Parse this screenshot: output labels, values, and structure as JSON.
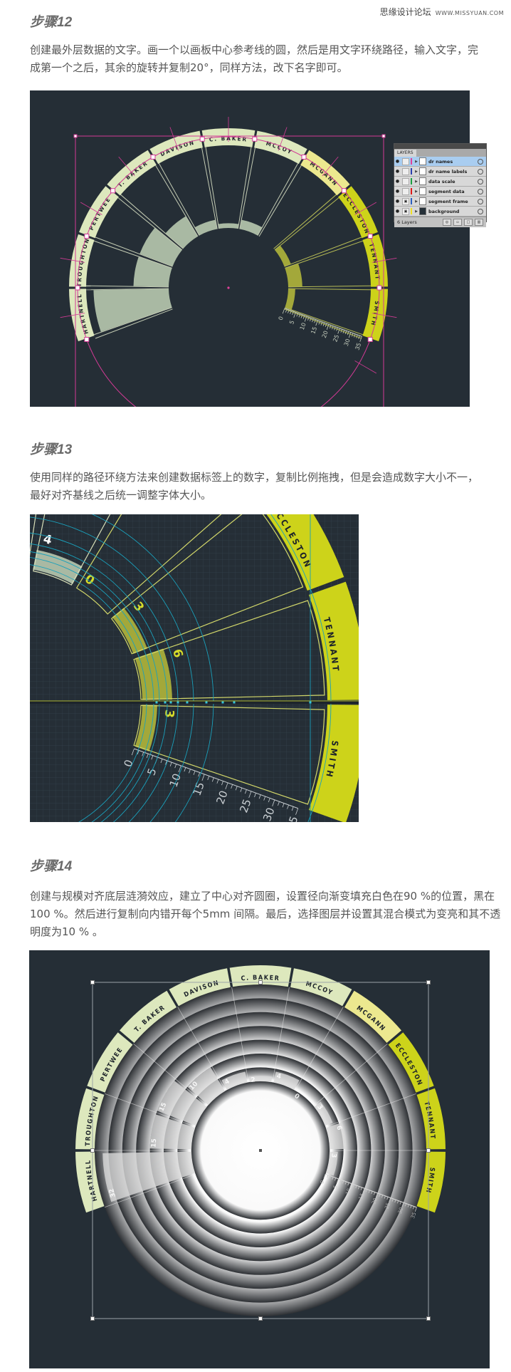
{
  "watermark": {
    "site": "思缘设计论坛",
    "url": "WWW.MISSYUAN.COM"
  },
  "steps": [
    {
      "title": "步骤12",
      "text": "创建最外层数据的文字。画一个以画板中心参考线的圆，然后是用文字环绕路径，输入文字，完成第一个之后，其余的旋转并复制20°，同样方法，改下名字即可。"
    },
    {
      "title": "步骤13",
      "text": "使用同样的路径环绕方法来创建数据标签上的数字，复制比例拖拽，但是会造成数字大小不一，最好对齐基线之后统一调整字体大小。"
    },
    {
      "title": "步骤14",
      "text": "创建与规模对齐底层涟漪效应，建立了中心对齐圆圈，设置径向渐变填充白色在90 %的位置，黑在100 %。然后进行复制向内错开每个5mm 间隔。最后，选择图层并设置其混合模式为变亮和其不透明度为10 % 。"
    }
  ],
  "colors": {
    "background": "#252e36",
    "ring_pale": "#dde8bd",
    "ring_mid": "#ece88f",
    "ring_bright": "#cdd31a",
    "guide": "#d23a95",
    "cyan_guide": "#1aa0bb"
  },
  "doctors": [
    {
      "name": "HARTNELL",
      "value": 32,
      "ring": "#dde8bd",
      "wedge": "#a9b9a3"
    },
    {
      "name": "TROUGHTON",
      "value": 15,
      "ring": "#dde8bd",
      "wedge": "#a9b9a3"
    },
    {
      "name": "PERTWEE",
      "value": 15,
      "ring": "#dde8bd",
      "wedge": "#a9b9a3"
    },
    {
      "name": "T. BAKER",
      "value": 10,
      "ring": "#dde8bd",
      "wedge": "#a9b9a3"
    },
    {
      "name": "DAVISON",
      "value": 4,
      "ring": "#dde8bd",
      "wedge": "#a9b9a3"
    },
    {
      "name": "C. BAKER",
      "value": 2,
      "ring": "#dde8bd",
      "wedge": "#a9b9a3"
    },
    {
      "name": "MCCOY",
      "value": 4,
      "ring": "#dde8bd",
      "wedge": "#a9b9a3"
    },
    {
      "name": "MCGANN",
      "value": 0,
      "ring": "#ece88f",
      "wedge": "#a3a83a"
    },
    {
      "name": "ECCLESTON",
      "value": 3,
      "ring": "#cdd31a",
      "wedge": "#a3a83a"
    },
    {
      "name": "TENNANT",
      "value": 6,
      "ring": "#cdd31a",
      "wedge": "#a3a83a"
    },
    {
      "name": "SMITH",
      "value": 3,
      "ring": "#cdd31a",
      "wedge": "#a3a83a"
    }
  ],
  "scale_labels": [
    "0",
    "5",
    "10",
    "15",
    "20",
    "25",
    "30",
    "35"
  ],
  "layers_panel": {
    "tab": "LAYERS",
    "layers": [
      {
        "name": "dr names",
        "color": "#e0409a",
        "selected": true,
        "locked": false
      },
      {
        "name": "dr name labels",
        "color": "#2b3fb0",
        "selected": false,
        "locked": false
      },
      {
        "name": "data scale",
        "color": "#1aa040",
        "selected": false,
        "locked": false
      },
      {
        "name": "segment data",
        "color": "#e01818",
        "selected": false,
        "locked": false
      },
      {
        "name": "segment frame",
        "color": "#2b5fc0",
        "selected": false,
        "locked": true
      },
      {
        "name": "background",
        "color": "#f0e020",
        "selected": false,
        "locked": true
      }
    ],
    "footer": "6 Layers"
  }
}
